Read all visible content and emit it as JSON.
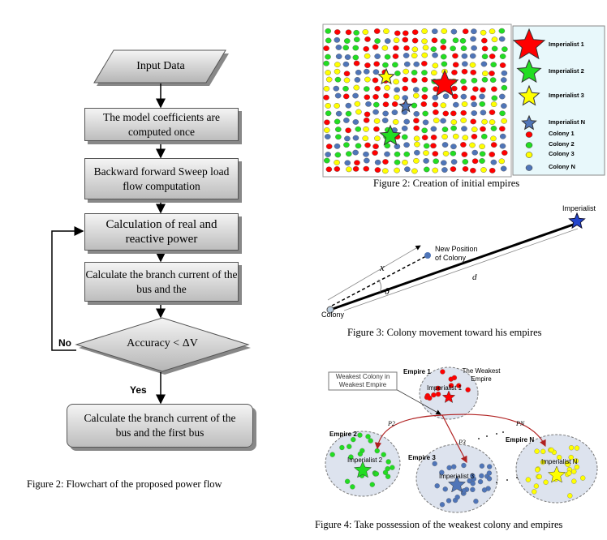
{
  "flowchart": {
    "input": "Input Data",
    "step1": "The model coefficients are computed once",
    "step2": "Backward forward Sweep load flow computation",
    "step3": "Calculation of real and reactive power",
    "step4": "Calculate the branch current of the bus and the",
    "decision": "Accuracy < ΔV",
    "no_label": "No",
    "yes_label": "Yes",
    "step5": "Calculate the branch current of the bus and the first bus",
    "caption": "Figure 2: Flowchart of the proposed power flow"
  },
  "figure2": {
    "legend": [
      "Imperialist 1",
      "Imperialist 2",
      "Imperialist 3",
      "Imperialist N",
      "Colony 1",
      "Colony 2",
      "Colony 3",
      "Colony N"
    ],
    "colors": {
      "c1": "#ff0000",
      "c2": "#22dd22",
      "c3": "#ffff00",
      "cN": "#4f75b8"
    },
    "caption": "Figure 2: Creation of initial empires"
  },
  "figure3": {
    "imperialist": "Imperialist",
    "new_position": "New Position of Colony",
    "colony": "Colony",
    "x": "x",
    "theta": "θ",
    "d": "d",
    "caption": "Figure 3: Colony movement toward his empires"
  },
  "figure4": {
    "weakest_colony": "Weakest Colony in Weakest Empire",
    "weakest_empire": "The Weakest Empire",
    "empire1": "Empire 1",
    "imp1": "Imperialist 1",
    "empire2": "Empire 2",
    "imp2": "Imperialist 2",
    "empire3": "Empire 3",
    "imp3": "Imperialist 3",
    "empireN": "Empire N",
    "impN": "Imperialist N",
    "p2": "P2",
    "p3": "P3",
    "pN": "PN",
    "caption": "Figure 4: Take possession of the weakest colony and empires"
  }
}
